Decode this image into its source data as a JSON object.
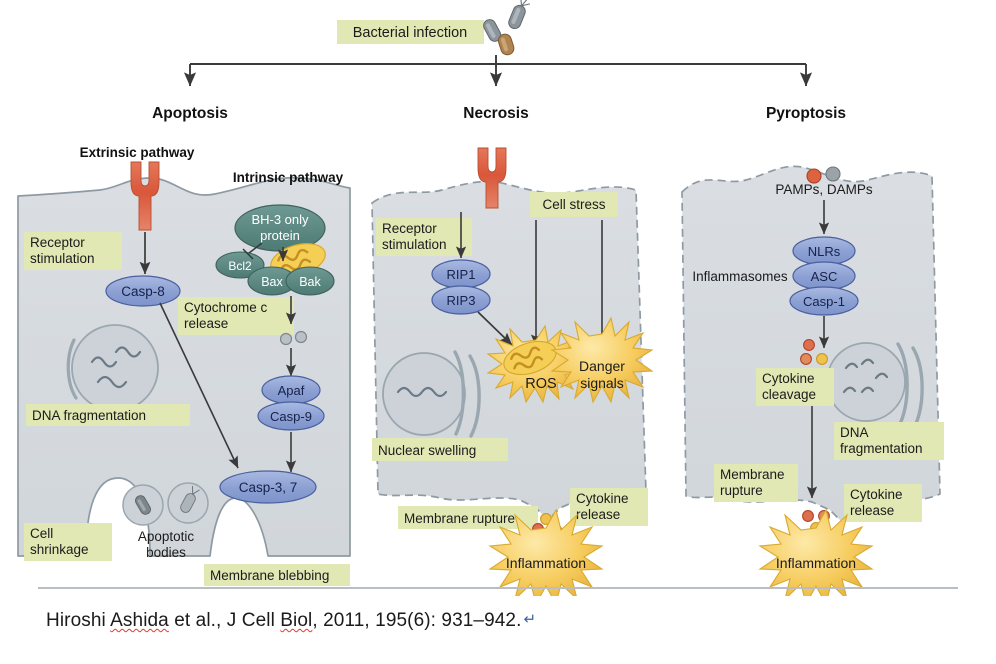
{
  "figure": {
    "top_label": "Bacterial infection",
    "pathways": [
      {
        "id": "apoptosis",
        "title": "Apoptosis"
      },
      {
        "id": "necrosis",
        "title": "Necrosis"
      },
      {
        "id": "pyroptosis",
        "title": "Pyroptosis"
      }
    ],
    "apoptosis": {
      "extrinsic_heading": "Extrinsic pathway",
      "intrinsic_heading": "Intrinsic pathway",
      "labels": {
        "receptor_stimulation": "Receptor\nstimulation",
        "receptor_stimulation_line1": "Receptor",
        "receptor_stimulation_line2": "stimulation",
        "cytochrome_release_line1": "Cytochrome c",
        "cytochrome_release_line2": "release",
        "dna_fragmentation": "DNA fragmentation",
        "cell_shrinkage_line1": "Cell",
        "cell_shrinkage_line2": "shrinkage",
        "apoptotic_bodies_line1": "Apoptotic",
        "apoptotic_bodies_line2": "bodies",
        "membrane_blebbing": "Membrane blebbing"
      },
      "nodes": {
        "casp8": "Casp-8",
        "bh3_line1": "BH-3 only",
        "bh3_line2": "protein",
        "bcl2": "Bcl2",
        "bax": "Bax",
        "bak": "Bak",
        "apaf": "Apaf",
        "casp9": "Casp-9",
        "casp37": "Casp-3, 7"
      }
    },
    "necrosis": {
      "labels": {
        "receptor_stimulation_line1": "Receptor",
        "receptor_stimulation_line2": "stimulation",
        "cell_stress": "Cell stress",
        "nuclear_swelling": "Nuclear swelling",
        "membrane_rupture": "Membrane rupture",
        "cytokine_release_line1": "Cytokine",
        "cytokine_release_line2": "release"
      },
      "nodes": {
        "rip1": "RIP1",
        "rip3": "RIP3",
        "ros": "ROS",
        "danger_line1": "Danger",
        "danger_line2": "signals",
        "inflammation": "Inflammation"
      }
    },
    "pyroptosis": {
      "labels": {
        "pamps_damps": "PAMPs, DAMPs",
        "inflammasomes": "Inflammasomes",
        "cytokine_cleavage_line1": "Cytokine",
        "cytokine_cleavage_line2": "cleavage",
        "dna_fragmentation_line1": "DNA",
        "dna_fragmentation_line2": "fragmentation",
        "membrane_rupture_line1": "Membrane",
        "membrane_rupture_line2": "rupture",
        "cytokine_release_line1": "Cytokine",
        "cytokine_release_line2": "release"
      },
      "nodes": {
        "nlrs": "NLRs",
        "asc": "ASC",
        "casp1": "Casp-1",
        "inflammation": "Inflammation"
      }
    },
    "colors": {
      "label_box_fill": "#e2e8b4",
      "label_box_stroke": "#c9d188",
      "cell_fill": "#d6dade",
      "cell_stroke": "#8e9aa3",
      "blue_node_fill": "#93a6d8",
      "blue_node_stroke": "#4a5f9e",
      "blue_node_text": "#1a2a55",
      "teal_node_fill": "#5d8a85",
      "teal_node_stroke": "#3f625e",
      "receptor_color": "#e06a4a",
      "burst_fill": "#f5c44a",
      "mito_fill": "#f5cf55",
      "organelle_stroke": "#9aa7b0",
      "arrow_color": "#3a3a3a",
      "text_dark": "#1b1b1b"
    }
  },
  "caption": {
    "authors": "Hiroshi ",
    "author_sp": "Ashida",
    "mid": " et al., J Cell ",
    "journal_sp": "Biol",
    "tail": ", 2011, 195(6): 931–942.",
    "pilcrow": "↵"
  }
}
